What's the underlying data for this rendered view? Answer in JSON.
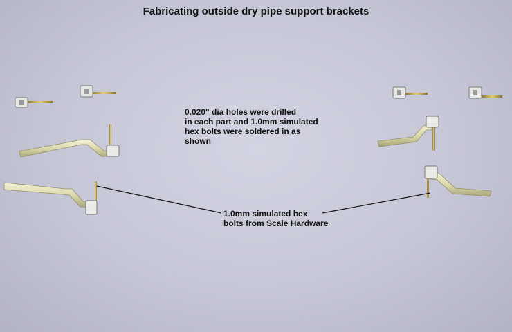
{
  "title": "Fabricating outside dry pipe support brackets",
  "note_lines": [
    "0.020\" dia holes were drilled",
    "in each part and 1.0mm simulated",
    "hex bolts were soldered in as",
    "shown"
  ],
  "label_lines": [
    "1.0mm simulated hex",
    "bolts from Scale Hardware"
  ],
  "colors": {
    "background": "#c8c9d8",
    "brass": "#c9b05a",
    "bracket": "#e2e0b8",
    "text": "#111111"
  }
}
